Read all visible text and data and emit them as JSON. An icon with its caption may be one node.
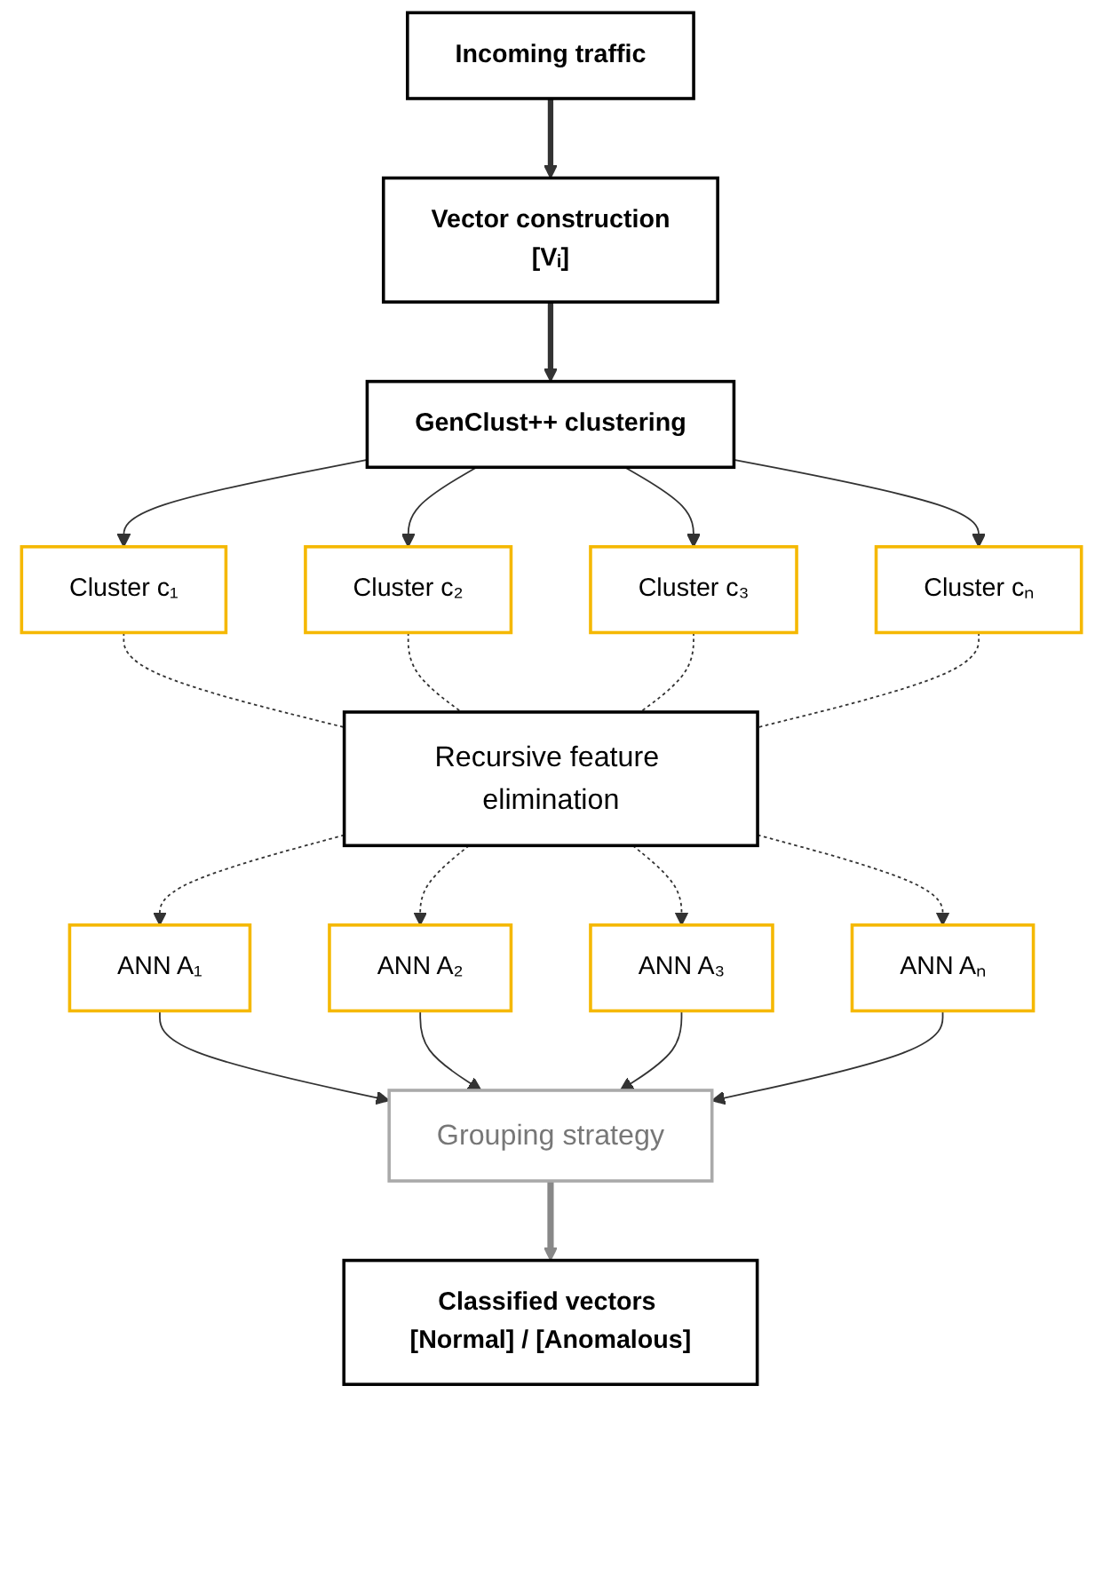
{
  "diagram": {
    "nodes": [
      {
        "text": [
          "Incoming traffic"
        ]
      },
      {
        "text": [
          "Vector construction",
          "[Vᵢ]"
        ]
      },
      {
        "text": [
          "GenClust++ clustering"
        ]
      },
      {
        "text": [
          "Cluster c₁"
        ]
      },
      {
        "text": [
          "Cluster c₂"
        ]
      },
      {
        "text": [
          "Cluster c₃"
        ]
      },
      {
        "text": [
          "Cluster cₙ"
        ]
      },
      {
        "text": [
          "Recursive feature elimination"
        ]
      },
      {
        "text": [
          "ANN A₁"
        ]
      },
      {
        "text": [
          "ANN A₂"
        ]
      },
      {
        "text": [
          "ANN A₃"
        ]
      },
      {
        "text": [
          "ANN Aₙ"
        ]
      },
      {
        "text": [
          "Grouping strategy"
        ]
      },
      {
        "text": [
          "Classified vectors [Normal] / [Anomalous]"
        ]
      }
    ],
    "edges": [
      {
        "from": 0,
        "to": 1,
        "arrow": "to",
        "style": "thick"
      },
      {
        "from": 1,
        "to": 2,
        "arrow": "to",
        "style": "thick"
      },
      {
        "from": 2,
        "to": 3,
        "arrow": "to"
      },
      {
        "from": 2,
        "to": 4,
        "arrow": "to"
      },
      {
        "from": 2,
        "to": 5,
        "arrow": "to"
      },
      {
        "from": 2,
        "to": 6,
        "arrow": "to"
      },
      {
        "from": 3,
        "to": 7,
        "arrow": "none",
        "style": "dashed"
      },
      {
        "from": 4,
        "to": 7,
        "arrow": "none",
        "style": "dashed"
      },
      {
        "from": 5,
        "to": 7,
        "arrow": "none",
        "style": "dashed"
      },
      {
        "from": 6,
        "to": 7,
        "arrow": "none",
        "style": "dashed"
      },
      {
        "from": 7,
        "to": 8,
        "arrow": "to",
        "style": "dashed"
      },
      {
        "from": 7,
        "to": 9,
        "arrow": "to",
        "style": "dashed"
      },
      {
        "from": 7,
        "to": 10,
        "arrow": "to",
        "style": "dashed"
      },
      {
        "from": 7,
        "to": 11,
        "arrow": "to",
        "style": "dashed"
      },
      {
        "from": 8,
        "to": 12,
        "arrow": "to"
      },
      {
        "from": 9,
        "to": 12,
        "arrow": "to"
      },
      {
        "from": 10,
        "to": 12,
        "arrow": "to"
      },
      {
        "from": 11,
        "to": 12,
        "arrow": "to"
      },
      {
        "from": 12,
        "to": 13,
        "arrow": "to",
        "style": "thick",
        "color": "#888888"
      }
    ]
  }
}
